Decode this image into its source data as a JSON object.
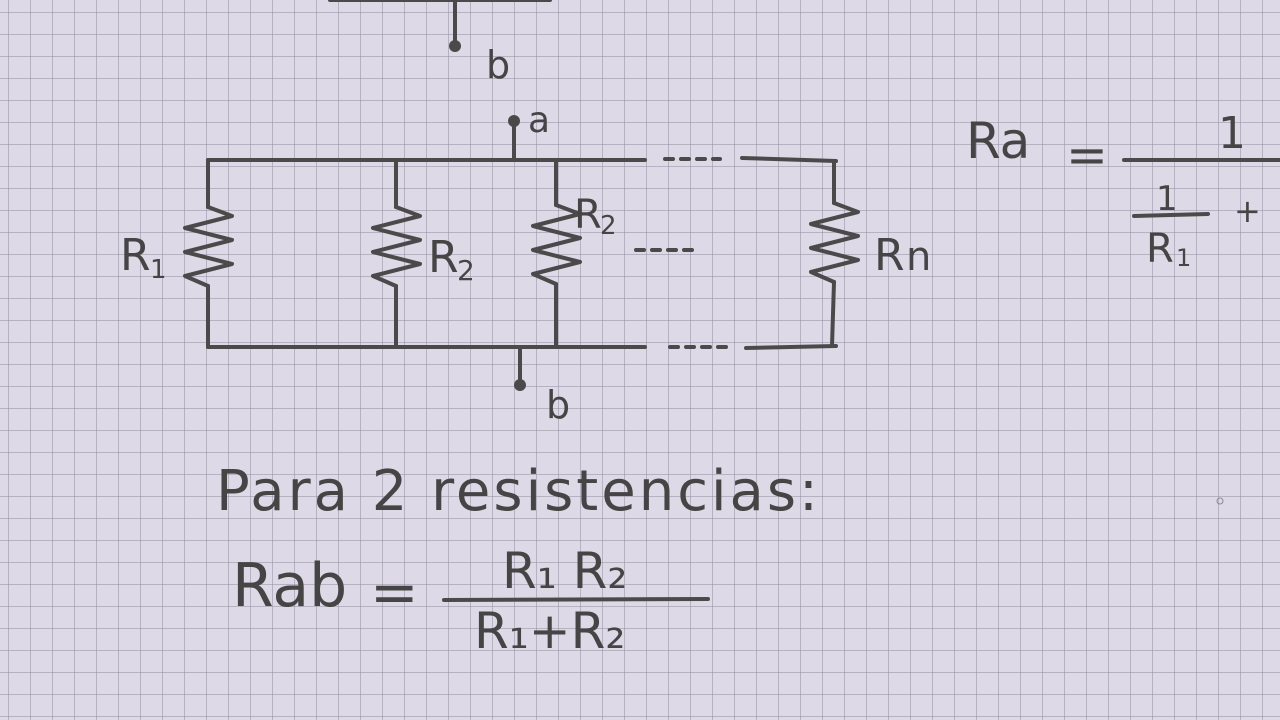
{
  "top_partial": {
    "terminal_b": "b"
  },
  "circuit": {
    "terminal_a": "a",
    "terminal_b": "b",
    "resistors": [
      {
        "label_main": "R",
        "label_sub": "1"
      },
      {
        "label_main": "R",
        "label_sub": "2"
      },
      {
        "label_main": "R",
        "label_sub": "2"
      },
      {
        "label_main": "R",
        "label_sub": "n"
      }
    ],
    "ellipsis": "..."
  },
  "general_formula": {
    "lhs": "Ra",
    "equals": "=",
    "numerator": "1",
    "term_num": "1",
    "term_den": "R",
    "term_den_sub": "1",
    "plus": "+"
  },
  "two_resistors": {
    "heading": "Para 2 resistencias:",
    "lhs": "Rab",
    "equals": "=",
    "numerator": "R₁ R₂",
    "denominator": "R₁+R₂"
  }
}
